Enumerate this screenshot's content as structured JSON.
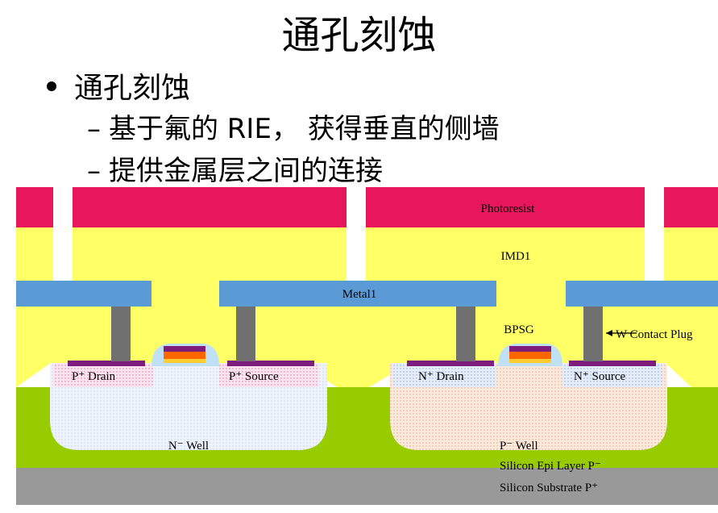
{
  "slide": {
    "title": "通孔刻蚀",
    "bullet": "通孔刻蚀",
    "sub_items": [
      {
        "dash": "–",
        "text": "基于氟的 RIE， 获得垂直的侧墙"
      },
      {
        "dash": "–",
        "text": "提供金属层之间的连接"
      }
    ]
  },
  "diagram": {
    "labels": {
      "photoresist": "Photoresist",
      "imd1": "IMD1",
      "metal1": "Metal1",
      "bpsg": "BPSG",
      "w_plug": "W Contact Plug",
      "p_drain": "P⁺ Drain",
      "p_source": "P⁺ Source",
      "n_drain": "N⁺ Drain",
      "n_source": "N⁺ Source",
      "n_well": "N⁻ Well",
      "p_well": "P⁻ Well",
      "epi": "Silicon Epi Layer  P⁻",
      "substrate": "Silicon Substrate  P⁺"
    },
    "colors": {
      "photoresist": "#e8175d",
      "imd": "#ffff66",
      "metal": "#5b9bd5",
      "plug": "#707070",
      "epi": "#99cc00",
      "substrate": "#999999",
      "p_diff": "#f7c9e0",
      "n_diff": "#c6d9f1",
      "gate": "#ff6600",
      "silicide": "#7f1d7f"
    }
  }
}
